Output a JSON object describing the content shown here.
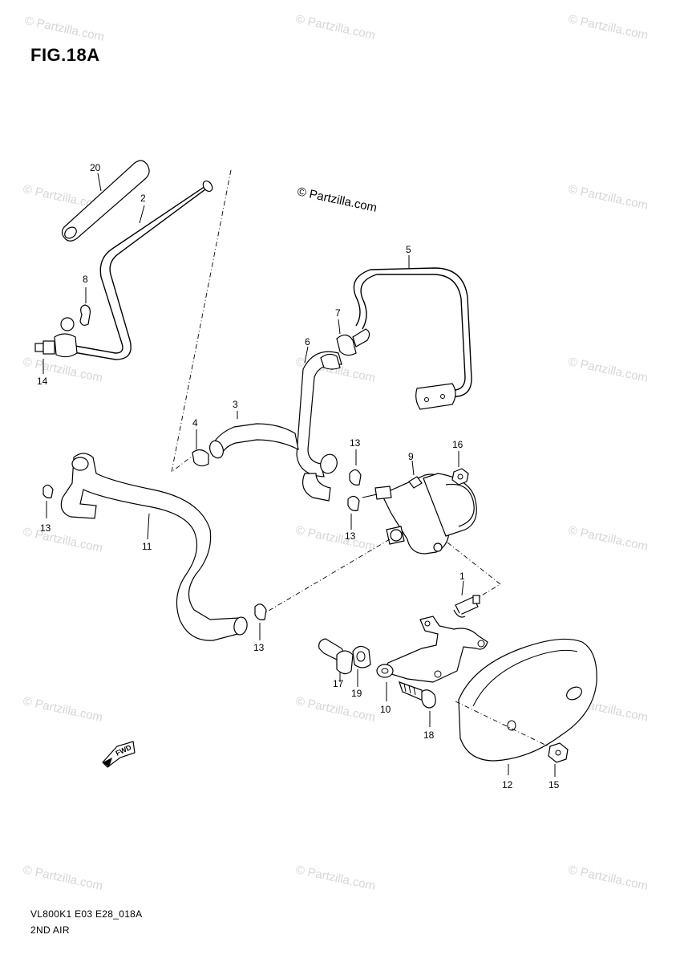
{
  "title": "FIG.18A",
  "footer": {
    "code": "VL800K1 E03 E28_018A",
    "name": "2ND AIR"
  },
  "copyright": "© Partzilla.com",
  "watermark": "© Partzilla.com",
  "callouts": {
    "c20": "20",
    "c2": "2",
    "c8": "8",
    "c14": "14",
    "c5": "5",
    "c7": "7",
    "c6": "6",
    "c3": "3",
    "c4": "4",
    "c13a": "13",
    "c16": "16",
    "c9": "9",
    "c13b": "13",
    "c13c": "13",
    "c11": "11",
    "c13d": "13",
    "c1": "1",
    "c17": "17",
    "c19": "19",
    "c10": "10",
    "c18": "18",
    "c12": "12",
    "c15": "15"
  },
  "fwd_label": "FWD",
  "colors": {
    "line": "#000000",
    "watermark": "#d6d6d6",
    "background": "#ffffff"
  }
}
